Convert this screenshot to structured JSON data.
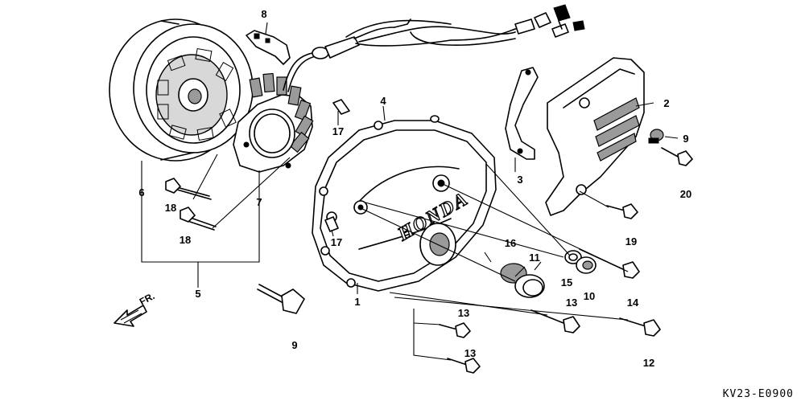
{
  "diagram": {
    "brand_text": "HONDA",
    "front_arrow_label": "FR.",
    "figure_code": "KV23-E0900",
    "callouts": {
      "c1": "1",
      "c2": "2",
      "c3": "3",
      "c4": "4",
      "c5": "5",
      "c6": "6",
      "c7": "7",
      "c8": "8",
      "c9a": "9",
      "c9b": "9",
      "c10": "10",
      "c11": "11",
      "c12": "12",
      "c13a": "13",
      "c13b": "13",
      "c13c": "13",
      "c14": "14",
      "c15": "15",
      "c16": "16",
      "c17a": "17",
      "c17b": "17",
      "c18a": "18",
      "c18b": "18",
      "c19": "19",
      "c20": "20"
    }
  }
}
